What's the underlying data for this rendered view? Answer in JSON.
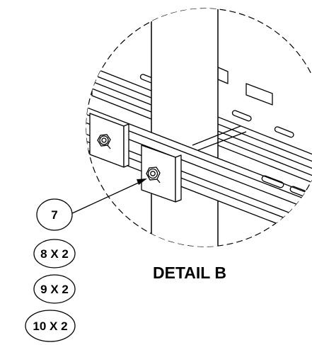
{
  "detail_title": "DETAIL B",
  "callouts": [
    {
      "label": "7"
    },
    {
      "label": "8 X 2"
    },
    {
      "label": "9 X 2"
    },
    {
      "label": "10 X 2"
    }
  ],
  "colors": {
    "line": "#000000",
    "background": "#ffffff"
  }
}
